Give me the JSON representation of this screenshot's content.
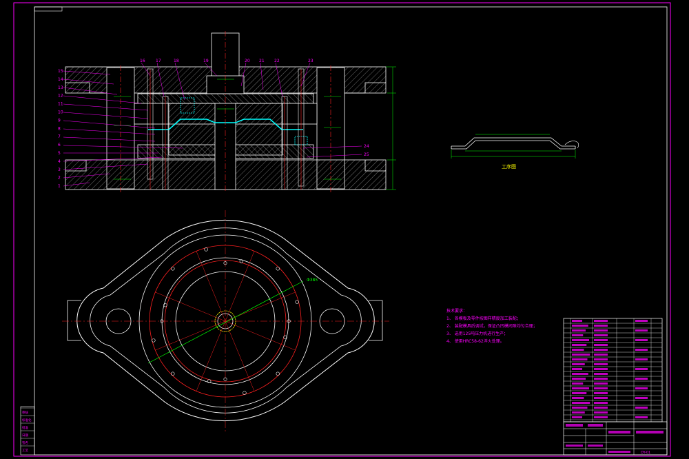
{
  "drawing": {
    "workpiece_label": "工序图",
    "diameter_label": "Φ385",
    "tech_requirements": {
      "title": "技术要求：",
      "items": [
        "1、 各模板及零件按图样精度加工装配；",
        "2、 装配模具后调试，保证凸凹模间隙均匀合理；",
        "3、 选用125吨压力机进行生产；",
        "4、 使用HRC58-62淬火处理。"
      ]
    },
    "part_numbers_left": [
      "15",
      "14",
      "13",
      "12",
      "11",
      "10",
      "9",
      "8",
      "7",
      "6",
      "5",
      "4",
      "3",
      "2",
      "1"
    ],
    "part_numbers_top": [
      "16",
      "17",
      "18",
      "19",
      "20",
      "21",
      "22",
      "23"
    ],
    "part_numbers_right": [
      "24",
      "25"
    ],
    "left_stamp": [
      "审核",
      "标准化",
      "批准",
      "日期",
      "签名",
      "工艺"
    ],
    "title_block": {
      "drawing_no": "DY-01"
    }
  },
  "colors": {
    "outline": "#ffffff",
    "center": "#ff2020",
    "dim": "#00ff00",
    "leader": "#ff00ff",
    "hatch": "#ffffff",
    "fill": "#00ffff",
    "spring": "#00ffff",
    "hidden": "#ffff00"
  }
}
